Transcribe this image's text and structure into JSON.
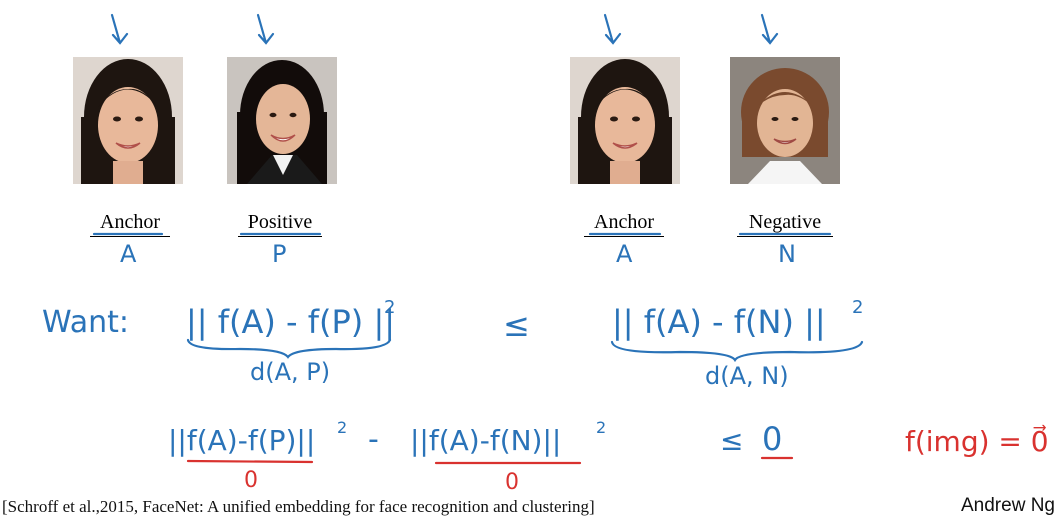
{
  "labels": {
    "anchor1": "Anchor",
    "positive": "Positive",
    "anchor2": "Anchor",
    "negative": "Negative"
  },
  "letters": {
    "anchor1": "A",
    "positive": "P",
    "anchor2": "A",
    "negative": "N"
  },
  "math": {
    "want": "Want:",
    "lhs_norm": "|| f(A) - f(P) ||",
    "lhs_exp": "2",
    "lhs_brace": "d(A, P)",
    "leq": "≤",
    "rhs_norm": "|| f(A) - f(N) ||",
    "rhs_exp": "2",
    "rhs_brace": "d(A, N)",
    "row2_term1": "||f(A)-f(P)||",
    "row2_exp1": "2",
    "row2_minus": "-",
    "row2_term2": "||f(A)-f(N)||",
    "row2_exp2": "2",
    "row2_leq": "≤",
    "row2_zero": "0",
    "under1": "0",
    "under2": "0",
    "trivial": "f(img) = 0⃗"
  },
  "footer": {
    "citation": "[Schroff et al.,2015, FaceNet: A unified embedding for face recognition and clustering]",
    "author": "Andrew Ng"
  },
  "colors": {
    "ink_blue": "#2a73b8",
    "ink_red": "#d9322f"
  }
}
